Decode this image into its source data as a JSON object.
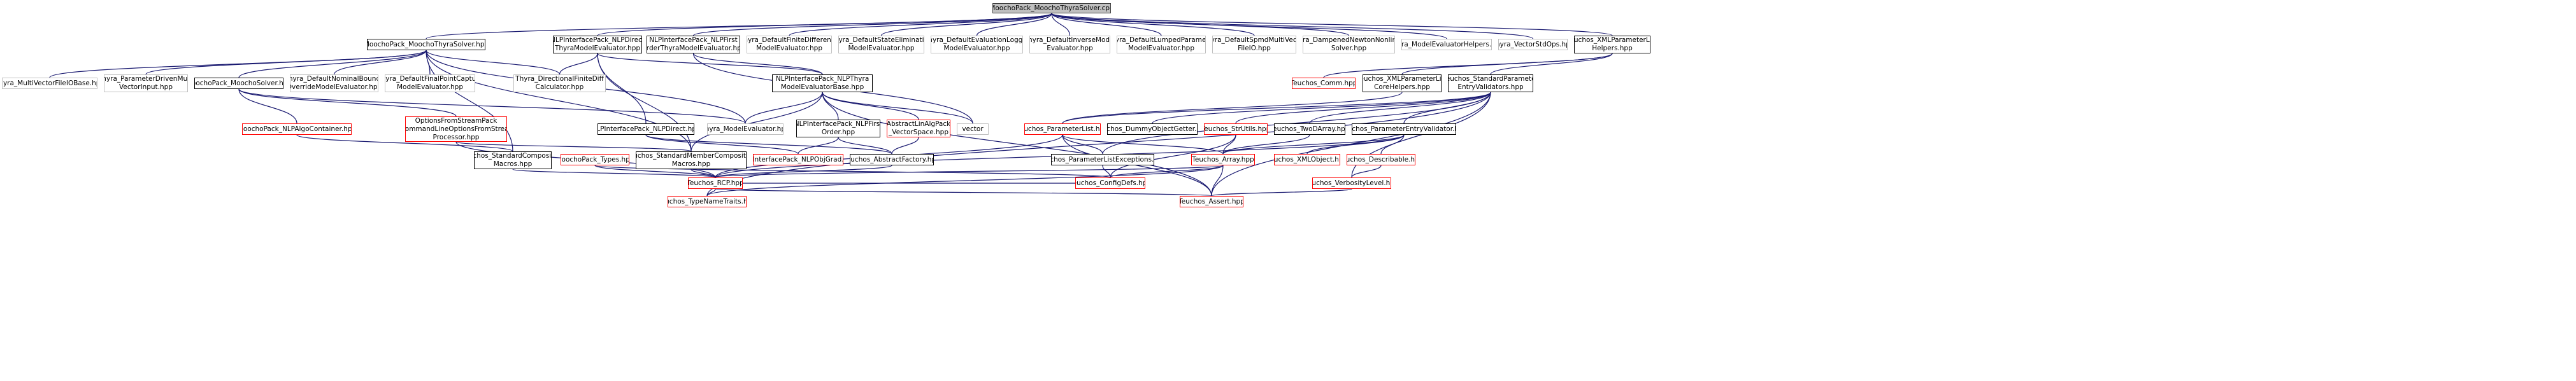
{
  "colors": {
    "edge_midnight": "#191970",
    "edge_dark": "#404040",
    "box_black": "#000000",
    "box_gray": "#bfbfbf",
    "box_red": "#ff0000",
    "root_fill": "#bfbfbf"
  },
  "nodes": {
    "root": {
      "label": "MoochoPack_MoochoThyraSolver.cpp",
      "style": "root"
    },
    "mts": {
      "label": "MoochoPack_MoochoThyraSolver.hpp",
      "style": "normal"
    },
    "nlpdirect": {
      "label": "NLPInterfacePack_NLPDirect\nThyraModelEvaluator.hpp",
      "style": "normal"
    },
    "nlpfirst": {
      "label": "NLPInterfacePack_NLPFirst\nOrderThyraModelEvaluator.hpp",
      "style": "normal"
    },
    "fdme": {
      "label": "Thyra_DefaultFiniteDifference\nModelEvaluator.hpp",
      "style": "ext"
    },
    "seme": {
      "label": "Thyra_DefaultStateElimination\nModelEvaluator.hpp",
      "style": "ext"
    },
    "logger": {
      "label": "Thyra_DefaultEvaluationLogger\nModelEvaluator.hpp",
      "style": "ext"
    },
    "inverse": {
      "label": "Thyra_DefaultInverseModel\nEvaluator.hpp",
      "style": "ext"
    },
    "lumped": {
      "label": "Thyra_DefaultLumpedParameter\nModelEvaluator.hpp",
      "style": "ext"
    },
    "spmd": {
      "label": "Thyra_DefaultSpmdMultiVector\nFileIO.hpp",
      "style": "ext"
    },
    "damped": {
      "label": "Thyra_DampenedNewtonNonlinear\nSolver.hpp",
      "style": "ext"
    },
    "mehelpers": {
      "label": "Thyra_ModelEvaluatorHelpers.hpp",
      "style": "ext"
    },
    "vecstd": {
      "label": "Thyra_VectorStdOps.hpp",
      "style": "ext"
    },
    "xmlhelpers": {
      "label": "Teuchos_XMLParameterList\nHelpers.hpp",
      "style": "normal"
    },
    "mvfile": {
      "label": "Thyra_MultiVectorFileIOBase.hpp",
      "style": "ext"
    },
    "pdmvi": {
      "label": "Thyra_ParameterDrivenMulti\nVectorInput.hpp",
      "style": "ext"
    },
    "msolver": {
      "label": "MoochoPack_MoochoSolver.hpp",
      "style": "normal"
    },
    "nominal": {
      "label": "Thyra_DefaultNominalBounds\nOverrideModelEvaluator.hpp",
      "style": "ext"
    },
    "finalfp": {
      "label": "Thyra_DefaultFinalPointCapture\nModelEvaluator.hpp",
      "style": "ext"
    },
    "dirfd": {
      "label": "Thyra_DirectionalFiniteDiff\nCalculator.hpp",
      "style": "ext"
    },
    "nlpthyrabase": {
      "label": "NLPInterfacePack_NLPThyra\nModelEvaluatorBase.hpp",
      "style": "normal"
    },
    "comm": {
      "label": "Teuchos_Comm.hpp",
      "style": "red"
    },
    "xmlcore": {
      "label": "Teuchos_XMLParameterList\nCoreHelpers.hpp",
      "style": "normal"
    },
    "stdparam": {
      "label": "Teuchos_StandardParameter\nEntryValidators.hpp",
      "style": "normal"
    },
    "algocont": {
      "label": "MoochoPack_NLPAlgoContainer.hpp",
      "style": "red"
    },
    "optstream": {
      "label": "OptionsFromStreamPack\n_CommandLineOptionsFromStream\nProcessor.hpp",
      "style": "red"
    },
    "nlpdirecthpp": {
      "label": "NLPInterfacePack_NLPDirect.hpp",
      "style": "normal"
    },
    "thyramehpp": {
      "label": "Thyra_ModelEvaluator.hpp",
      "style": "ext"
    },
    "nlpfirsthpp": {
      "label": "NLPInterfacePack_NLPFirst\nOrder.hpp",
      "style": "normal"
    },
    "abslin": {
      "label": "AbstractLinAlgPack\n_VectorSpace.hpp",
      "style": "red"
    },
    "vector": {
      "label": "vector",
      "style": "ext"
    },
    "paramlist": {
      "label": "Teuchos_ParameterList.hpp",
      "style": "red"
    },
    "dummyobj": {
      "label": "Teuchos_DummyObjectGetter.hpp",
      "style": "normal"
    },
    "strutils": {
      "label": "Teuchos_StrUtils.hpp",
      "style": "red"
    },
    "twod": {
      "label": "Teuchos_TwoDArray.hpp",
      "style": "normal"
    },
    "pev": {
      "label": "Teuchos_ParameterEntryValidator.hpp",
      "style": "normal"
    },
    "stdcomp": {
      "label": "Teuchos_StandardComposition\nMacros.hpp",
      "style": "normal"
    },
    "mtypes": {
      "label": "MoochoPack_Types.hpp",
      "style": "red"
    },
    "stdmember": {
      "label": "Teuchos_StandardMemberComposition\nMacros.hpp",
      "style": "normal"
    },
    "objgrad": {
      "label": "NLPInterfacePack_NLPObjGrad.hpp",
      "style": "red"
    },
    "absfactory": {
      "label": "Teuchos_AbstractFactory.hpp",
      "style": "normal"
    },
    "plexc": {
      "label": "Teuchos_ParameterListExceptions.hpp",
      "style": "normal"
    },
    "array": {
      "label": "Teuchos_Array.hpp",
      "style": "red"
    },
    "xmlobject": {
      "label": "Teuchos_XMLObject.hpp",
      "style": "red"
    },
    "describable": {
      "label": "Teuchos_Describable.hpp",
      "style": "red"
    },
    "rcp": {
      "label": "Teuchos_RCP.hpp",
      "style": "red"
    },
    "configdefs": {
      "label": "Teuchos_ConfigDefs.hpp",
      "style": "red"
    },
    "verbosity": {
      "label": "Teuchos_VerbosityLevel.hpp",
      "style": "red"
    },
    "typename": {
      "label": "Teuchos_TypeNameTraits.hpp",
      "style": "red"
    },
    "assert": {
      "label": "Teuchos_Assert.hpp",
      "style": "red"
    }
  }
}
